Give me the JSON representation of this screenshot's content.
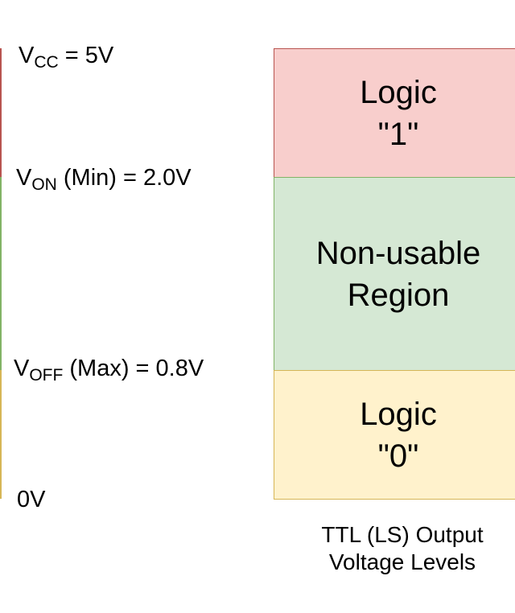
{
  "colors": {
    "logic_high_fill": "#f8cecc",
    "logic_high_stroke": "#b85450",
    "nonusable_fill": "#d5e8d4",
    "nonusable_stroke": "#82b366",
    "logic_low_fill": "#fff2cc",
    "logic_low_stroke": "#d6b656"
  },
  "labels": {
    "vcc": {
      "main": "V",
      "sub": "CC",
      "rest": " = 5V"
    },
    "von": {
      "main": "V",
      "sub": "ON",
      "rest": " (Min) = 2.0V"
    },
    "voff": {
      "main": "V",
      "sub": "OFF",
      "rest": " (Max) = 0.8V"
    },
    "zero": "0V"
  },
  "regions": {
    "high": "Logic\n\"1\"",
    "mid": "Non-usable\nRegion",
    "low": "Logic\n\"0\""
  },
  "caption": "TTL (LS) Output\nVoltage Levels"
}
